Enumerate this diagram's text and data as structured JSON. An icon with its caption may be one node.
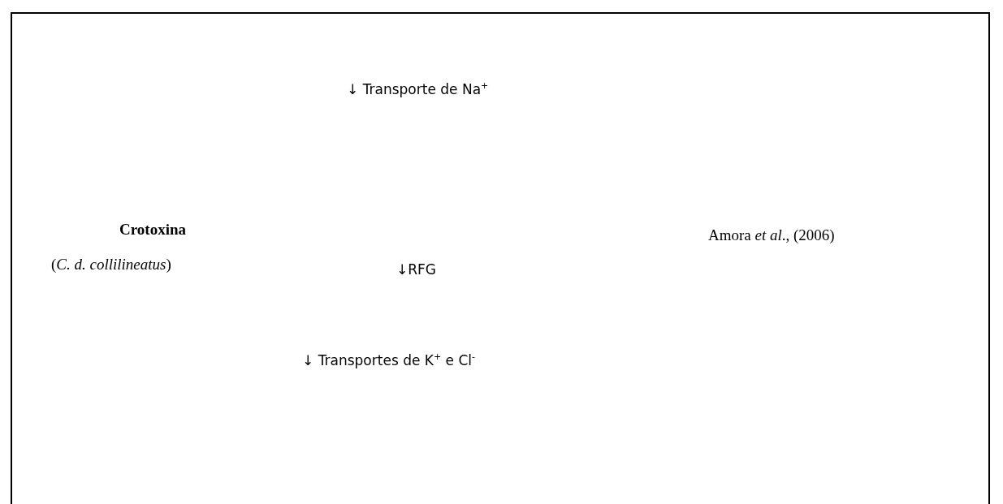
{
  "diagram": {
    "labels": [
      "↓ Transporte de Na$^{+}$",
      "Crotoxina",
      "Amora *et al*., (2006)",
      "(*C. d. collilineatus*)",
      "↓RFG",
      "↓ Transportes de K$^{+}$ e Cl$^{-}$"
    ]
  }
}
